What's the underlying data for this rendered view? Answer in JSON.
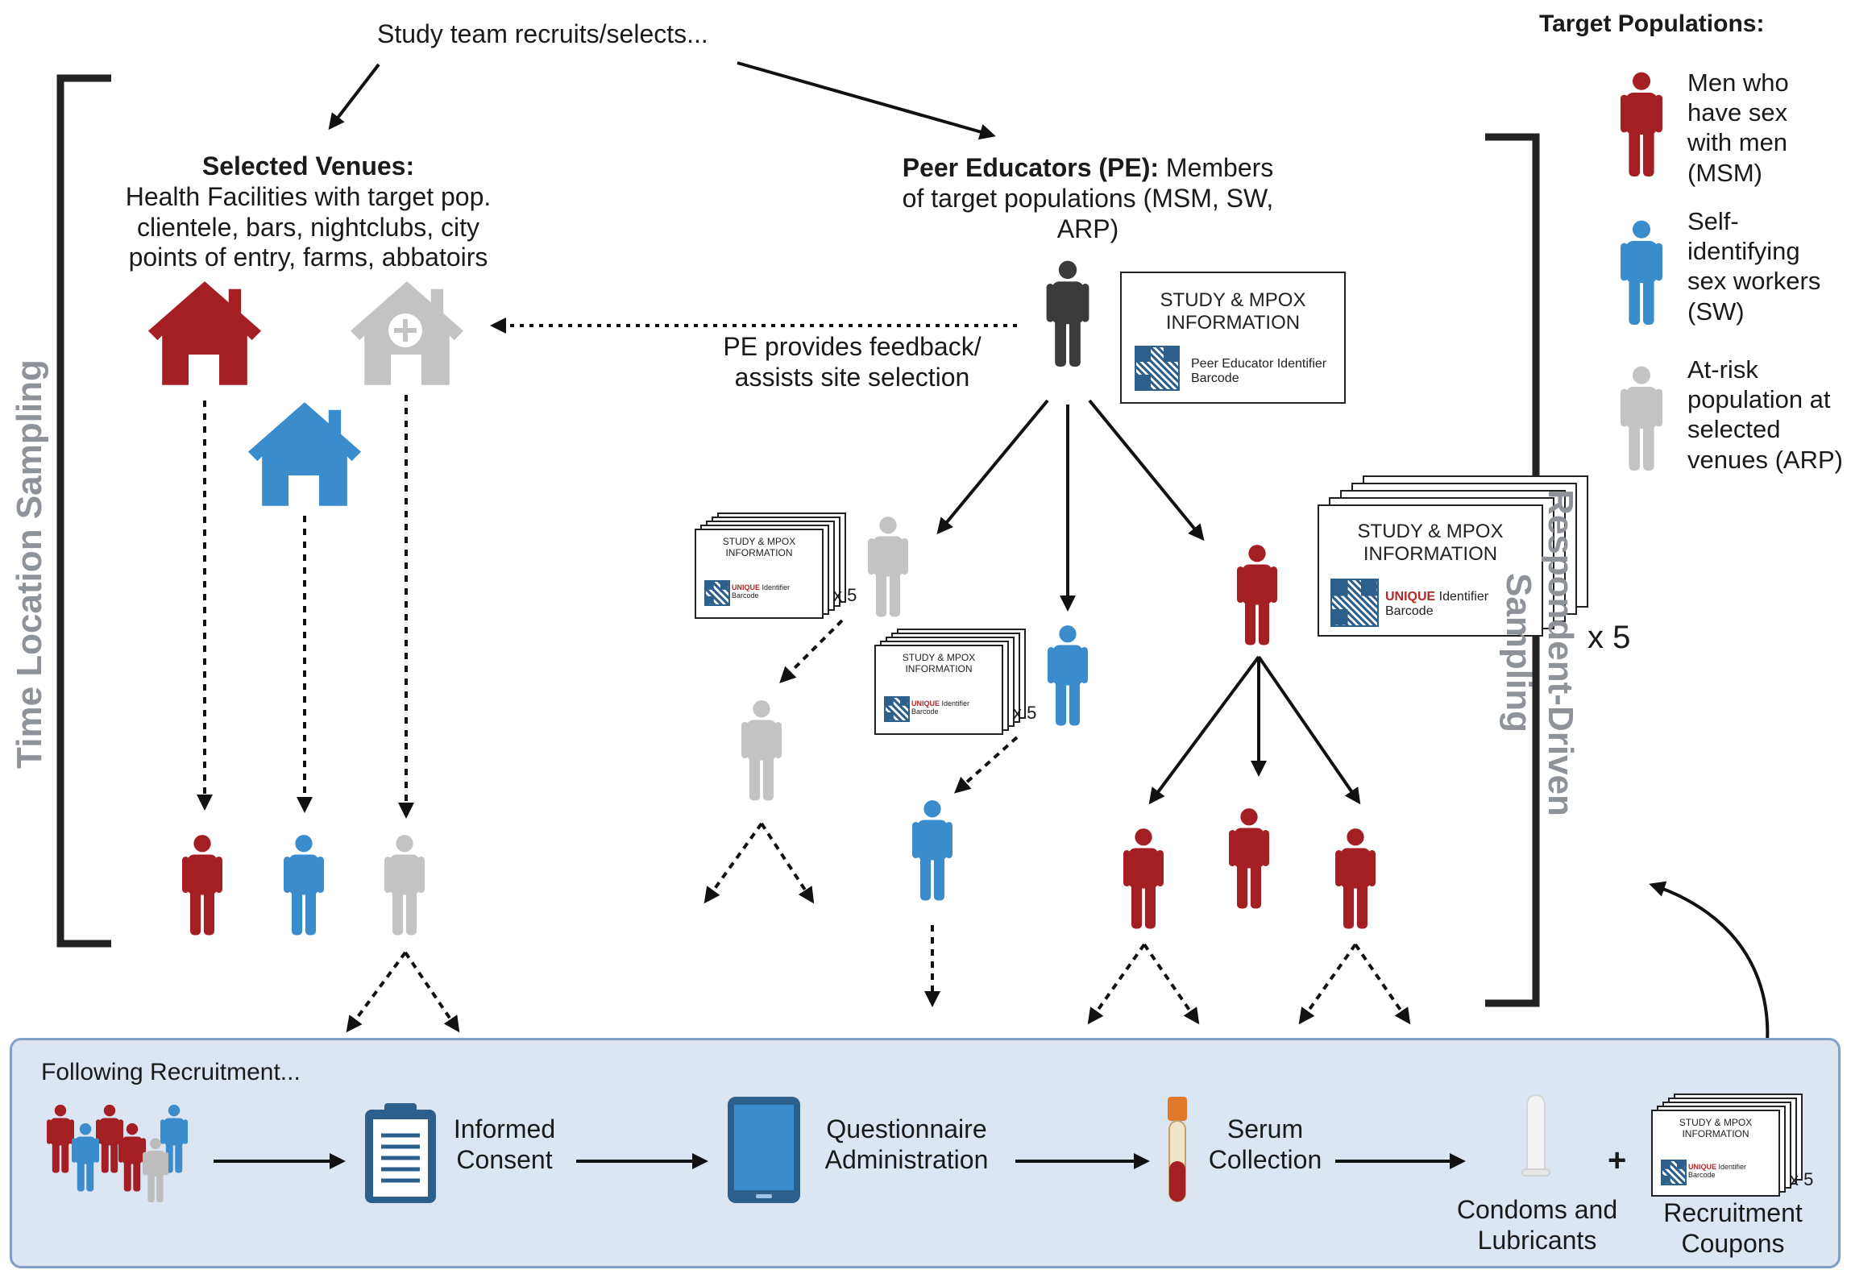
{
  "colors": {
    "msm": "#a41f24",
    "sw": "#3a8ccd",
    "arp": "#bdbdbd",
    "pe": "#3b3b3b",
    "side_label": "#8e9399",
    "panel_bg": "#dce6f2",
    "panel_border": "#7f9fc7",
    "accent_red": "#b02a2a"
  },
  "top": {
    "recruit_text": "Study team recruits/selects..."
  },
  "venues": {
    "heading": "Selected Venues:",
    "description": "Health Facilities with target pop. clientele, bars, nightclubs, city points of entry, farms, abbatoirs"
  },
  "peer_educators": {
    "heading": "Peer Educators (PE):",
    "description_rest": " Members of target populations (MSM, SW, ARP)",
    "feedback": "PE provides feedback/ assists site selection"
  },
  "pe_card": {
    "title": "STUDY & MPOX INFORMATION",
    "barcode_label": "Peer Educator Identifier Barcode"
  },
  "coupon": {
    "title": "STUDY & MPOX INFORMATION",
    "unique": "UNIQUE",
    "barcode_label": " Identifier Barcode",
    "multiplier": "x 5"
  },
  "side_labels": {
    "left": "Time Location Sampling",
    "right": "Respondent-Driven Sampling"
  },
  "legend": {
    "title": "Target Populations:",
    "items": [
      {
        "label": "Men who have sex with men (MSM)",
        "color": "#a41f24"
      },
      {
        "label": "Self-identifying sex workers (SW)",
        "color": "#3a8ccd"
      },
      {
        "label": "At-risk population at selected venues (ARP)",
        "color": "#bdbdbd"
      }
    ]
  },
  "process": {
    "heading": "Following Recruitment...",
    "steps": [
      {
        "label": "Informed Consent",
        "icon": "clipboard-icon"
      },
      {
        "label": "Questionnaire Administration",
        "icon": "tablet-icon"
      },
      {
        "label": "Serum Collection",
        "icon": "blood-tube-icon"
      },
      {
        "label": "Condoms and Lubricants",
        "icon": "condom-icon"
      },
      {
        "label": "Recruitment Coupons",
        "icon": "coupon-stack-icon"
      }
    ],
    "plus": "+"
  }
}
